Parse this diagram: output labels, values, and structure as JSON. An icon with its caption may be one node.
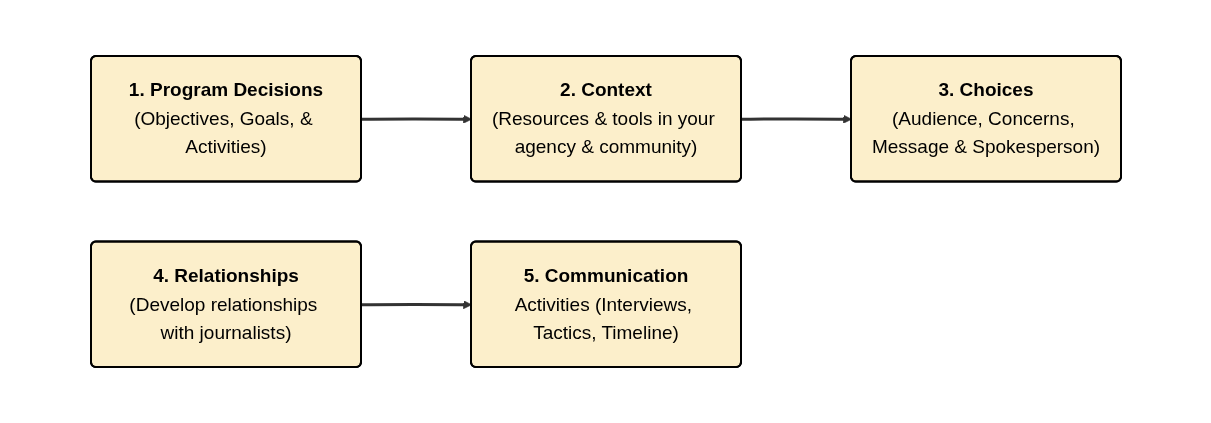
{
  "diagram": {
    "nodes": [
      {
        "text": [
          "1. Program Decisions",
          "(Objectives, Goals, & Activities)"
        ]
      },
      {
        "text": [
          "2. Context",
          "(Resources & tools in your agency & community)"
        ]
      },
      {
        "text": [
          "3. Choices",
          "(Audience, Concerns, Message & Spokesperson)"
        ]
      },
      {
        "text": [
          "4. Relationships",
          "(Develop relationships with journalists)"
        ]
      },
      {
        "text": [
          "5. Communication",
          "Activities (Interviews, Tactics, Timeline)"
        ]
      }
    ],
    "edges": [
      {
        "from": 0,
        "to": 1,
        "arrow": "to"
      },
      {
        "from": 1,
        "to": 2,
        "arrow": "to"
      },
      {
        "from": 3,
        "to": 4,
        "arrow": "to"
      }
    ]
  }
}
